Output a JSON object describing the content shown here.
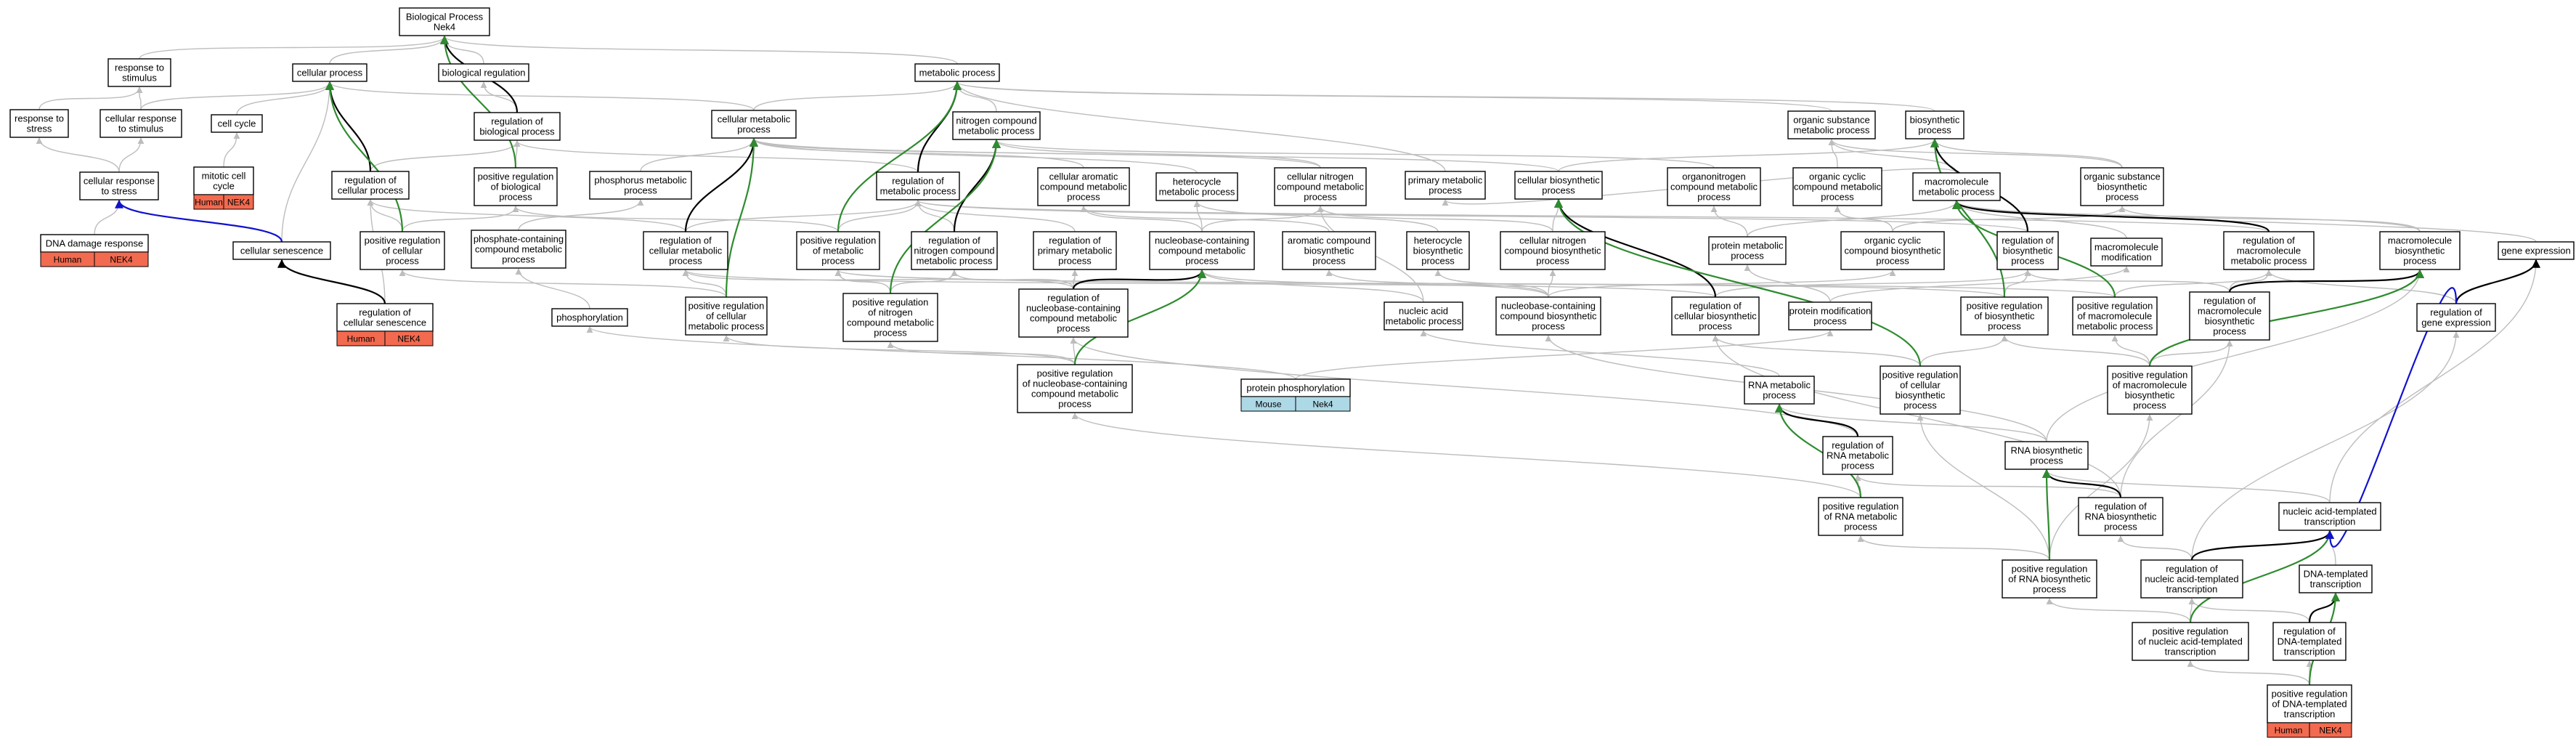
{
  "graph": {
    "colors": {
      "human": "#f26a4f",
      "mouse": "#add8e6",
      "edge_is_a": "#bdbdbd",
      "edge_part_of": "#000000",
      "edge_pos_reg": "#2e8b2e",
      "edge_reg": "#1111cc"
    },
    "nodes": {
      "bp": [
        "Biological Process",
        "Nek4"
      ],
      "rts": [
        "response to",
        "stimulus"
      ],
      "cp": [
        "cellular process"
      ],
      "breg": [
        "biological regulation"
      ],
      "mp": [
        "metabolic process"
      ],
      "rstress": [
        "response to",
        "stress"
      ],
      "crs": [
        "cellular response",
        "to stimulus"
      ],
      "ccyc": [
        "cell cycle"
      ],
      "rbp": [
        "regulation of",
        "biological process"
      ],
      "cmp": [
        "cellular metabolic",
        "process"
      ],
      "ncmp": [
        "nitrogen compound",
        "metabolic process"
      ],
      "osmp": [
        "organic substance",
        "metabolic process"
      ],
      "bsp": [
        "biosynthetic",
        "process"
      ],
      "crstress": [
        "cellular response",
        "to stress"
      ],
      "mcc": [
        "mitotic cell",
        "cycle"
      ],
      "rcp": [
        "regulation of",
        "cellular process"
      ],
      "prbp": [
        "positive regulation",
        "of biological",
        "process"
      ],
      "phmp": [
        "phosphorus metabolic",
        "process"
      ],
      "rmp": [
        "regulation of",
        "metabolic process"
      ],
      "cacmp": [
        "cellular aromatic",
        "compound metabolic",
        "process"
      ],
      "hmp": [
        "heterocycle",
        "metabolic process"
      ],
      "cncmp": [
        "cellular nitrogen",
        "compound metabolic",
        "process"
      ],
      "pmp": [
        "primary metabolic",
        "process"
      ],
      "cbp": [
        "cellular biosynthetic",
        "process"
      ],
      "oncmp": [
        "organonitrogen",
        "compound metabolic",
        "process"
      ],
      "occmp": [
        "organic cyclic",
        "compound metabolic",
        "process"
      ],
      "mmp": [
        "macromolecule",
        "metabolic process"
      ],
      "osbp": [
        "organic substance",
        "biosynthetic",
        "process"
      ],
      "ddr": [
        "DNA damage response"
      ],
      "csen": [
        "cellular senescence"
      ],
      "prcp": [
        "positive regulation",
        "of cellular",
        "process"
      ],
      "pccmp": [
        "phosphate-containing",
        "compound metabolic",
        "process"
      ],
      "rcmp": [
        "regulation of",
        "cellular metabolic",
        "process"
      ],
      "prmp": [
        "positive regulation",
        "of metabolic",
        "process"
      ],
      "rncmp": [
        "regulation of",
        "nitrogen compound",
        "metabolic process"
      ],
      "rpmp": [
        "regulation of",
        "primary metabolic",
        "process"
      ],
      "nbcmp": [
        "nucleobase-containing",
        "compound metabolic",
        "process"
      ],
      "acbp": [
        "aromatic compound",
        "biosynthetic",
        "process"
      ],
      "hbp": [
        "heterocycle",
        "biosynthetic",
        "process"
      ],
      "cncbp": [
        "cellular nitrogen",
        "compound biosynthetic",
        "process"
      ],
      "protmp": [
        "protein metabolic",
        "process"
      ],
      "occbp": [
        "organic cyclic",
        "compound biosynthetic",
        "process"
      ],
      "rbsp": [
        "regulation of",
        "biosynthetic",
        "process"
      ],
      "mmod": [
        "macromolecule",
        "modification"
      ],
      "rmmp": [
        "regulation of",
        "macromolecule",
        "metabolic process"
      ],
      "mmbp": [
        "macromolecule",
        "biosynthetic",
        "process"
      ],
      "gexp": [
        "gene expression"
      ],
      "rcsen": [
        "regulation of",
        "cellular senescence"
      ],
      "phos": [
        "phosphorylation"
      ],
      "prcmp": [
        "positive regulation",
        "of cellular",
        "metabolic process"
      ],
      "prncmp": [
        "positive regulation",
        "of nitrogen",
        "compound metabolic",
        "process"
      ],
      "rnbcmp": [
        "regulation of",
        "nucleobase-containing",
        "compound metabolic",
        "process"
      ],
      "namp": [
        "nucleic acid",
        "metabolic process"
      ],
      "nbcbp": [
        "nucleobase-containing",
        "compound biosynthetic",
        "process"
      ],
      "rcbp": [
        "regulation of",
        "cellular biosynthetic",
        "process"
      ],
      "pmodp": [
        "protein modification",
        "process"
      ],
      "prbsp": [
        "positive regulation",
        "of biosynthetic",
        "process"
      ],
      "prmmp": [
        "positive regulation",
        "of macromolecule",
        "metabolic process"
      ],
      "rmmbp": [
        "regulation of",
        "macromolecule",
        "biosynthetic",
        "process"
      ],
      "rge": [
        "regulation of",
        "gene expression"
      ],
      "prnbcmp": [
        "positive regulation",
        "of nucleobase-containing",
        "compound metabolic",
        "process"
      ],
      "pphos": [
        "protein phosphorylation"
      ],
      "rnamp": [
        "RNA metabolic",
        "process"
      ],
      "prcbp": [
        "positive regulation",
        "of cellular",
        "biosynthetic",
        "process"
      ],
      "prmmbp": [
        "positive regulation",
        "of macromolecule",
        "biosynthetic",
        "process"
      ],
      "rrnamp": [
        "regulation of",
        "RNA metabolic",
        "process"
      ],
      "rnabp": [
        "RNA biosynthetic",
        "process"
      ],
      "prrnamp": [
        "positive regulation",
        "of RNA metabolic",
        "process"
      ],
      "rrnabp": [
        "regulation of",
        "RNA biosynthetic",
        "process"
      ],
      "natt": [
        "nucleic acid-templated",
        "transcription"
      ],
      "prrnabp": [
        "positive regulation",
        "of RNA biosynthetic",
        "process"
      ],
      "rnatt": [
        "regulation of",
        "nucleic acid-templated",
        "transcription"
      ],
      "dtt": [
        "DNA-templated",
        "transcription"
      ],
      "prnatt": [
        "positive regulation",
        "of nucleic acid-templated",
        "transcription"
      ],
      "rdtt": [
        "regulation of",
        "DNA-templated",
        "transcription"
      ],
      "prdtt": [
        "positive regulation",
        "of DNA-templated",
        "transcription"
      ]
    },
    "annotations": {
      "ddr": [
        "Human",
        "NEK4"
      ],
      "mcc": [
        "Human",
        "NEK4"
      ],
      "rcsen": [
        "Human",
        "NEK4"
      ],
      "pphos": [
        "Mouse",
        "Nek4"
      ],
      "prdtt": [
        "Human",
        "NEK4"
      ]
    }
  }
}
